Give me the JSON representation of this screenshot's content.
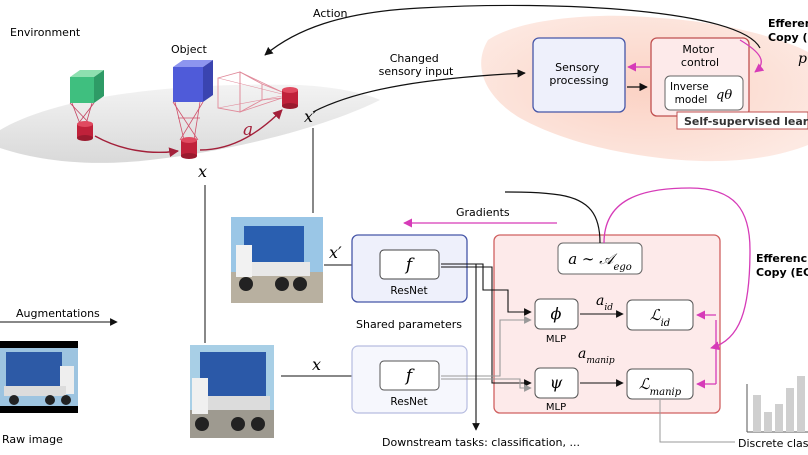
{
  "environment": {
    "title": "Environment",
    "object_label": "Object",
    "action_symbol": "a",
    "state_symbol": "x",
    "next_state_symbol": "x′"
  },
  "brain": {
    "action_label": "Action",
    "changed_input_label": "Changed\nsensory input",
    "sensory_processing": "Sensory\nprocessing",
    "motor_control": "Motor\ncontrol",
    "inverse_model": "Inverse\nmodel",
    "inverse_symbol": "qθ",
    "self_supervised_label": "Self-supervised lear",
    "efference_copy_top": "Efferen\nCopy (",
    "p_symbol": "p"
  },
  "model": {
    "gradients_label": "Gradients",
    "encoder_symbol": "f",
    "resnet_label": "ResNet",
    "shared_params_label": "Shared parameters",
    "sample_expr": "a ∼ 𝒜 ego",
    "phi_symbol": "ϕ",
    "psi_symbol": "ψ",
    "mlp_label": "MLP",
    "a_id": "a id",
    "a_manip": "a manip",
    "loss_id": "ℒ id",
    "loss_manip": "ℒ manip",
    "efference_copy_right": "Efferenc\nCopy (EC",
    "downstream_label": "Downstream tasks: classification, ...",
    "discrete_label": "Discrete clas"
  },
  "input": {
    "augmentations_label": "Augmentations",
    "raw_image_label": "Raw image",
    "x_symbol": "x",
    "x_prime_symbol": "x′"
  },
  "colors": {
    "accent": "#d63bb8",
    "dark_red": "#a3203a",
    "box_pink_fill": "#fdeaea",
    "box_pink_border": "#d06060",
    "box_blue_fill": "#eef0fb",
    "box_blue_border": "#4656a8",
    "brain_fill": "#fcd9cf"
  }
}
